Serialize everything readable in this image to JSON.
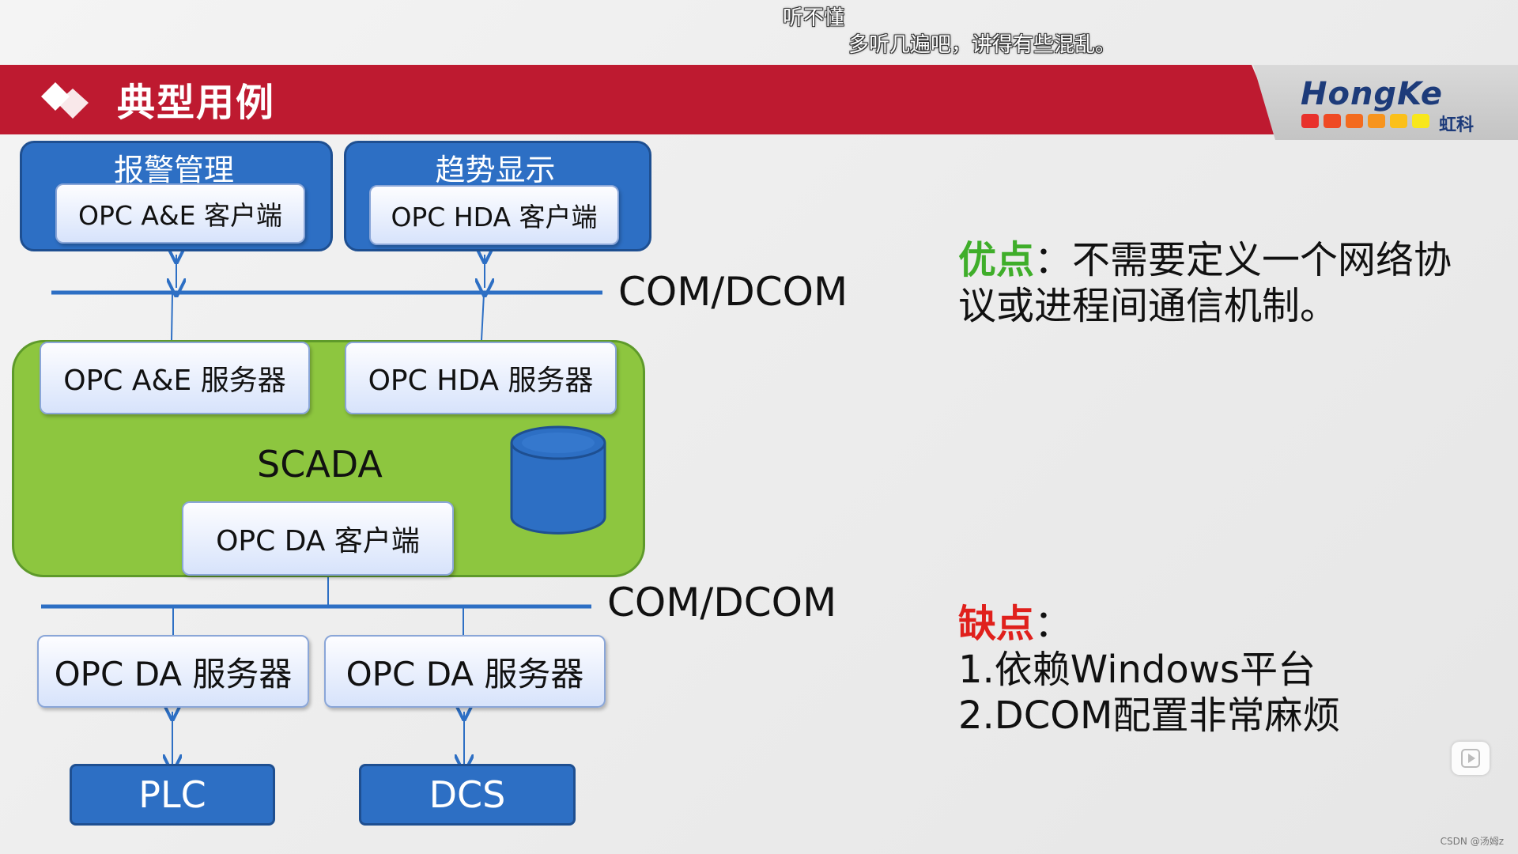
{
  "comments": [
    "听不懂",
    "多听几遍吧，讲得有些混乱。"
  ],
  "slide_title": "典型用例",
  "logo": {
    "name": "HongKe",
    "cn": "虹科",
    "dots": [
      "#e8312c",
      "#ef4a24",
      "#f36b1f",
      "#f7941d",
      "#fbc01a",
      "#f8e71c"
    ]
  },
  "diagram": {
    "alarm_title": "报警管理",
    "alarm_client": "OPC A&E 客户端",
    "trend_title": "趋势显示",
    "trend_client": "OPC HDA 客户端",
    "bus_top": "COM/DCOM",
    "ae_server": "OPC A&E 服务器",
    "hda_server": "OPC HDA 服务器",
    "scada": "SCADA",
    "da_client": "OPC DA 客户端",
    "bus_bottom": "COM/DCOM",
    "da_server_1": "OPC DA 服务器",
    "da_server_2": "OPC DA 服务器",
    "plc": "PLC",
    "dcs": "DCS"
  },
  "pros": {
    "label": "优点",
    "text": "：不需要定义一个网络协议或进程间通信机制。"
  },
  "cons": {
    "label": "缺点",
    "colon": "：",
    "items": [
      "1.依赖Windows平台",
      "2.DCOM配置非常麻烦"
    ]
  },
  "watermark": "CSDN @汤姆z"
}
